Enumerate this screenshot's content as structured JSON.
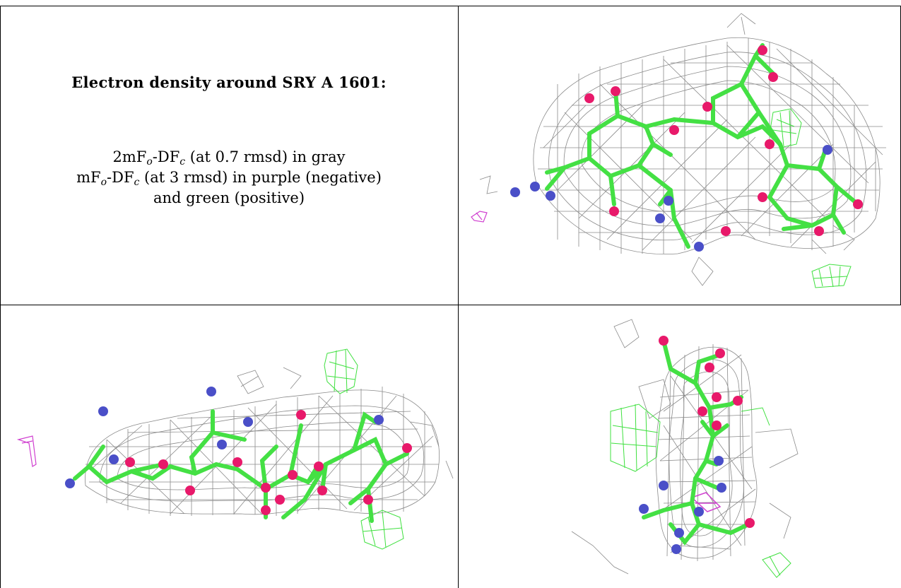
{
  "caption": {
    "title": "Electron density around SRY A 1601:",
    "line1": {
      "pre": "2mF",
      "sub1": "o",
      "mid": "-DF",
      "sub2": "c",
      "post": " (at 0.7 rmsd) in gray"
    },
    "line2": {
      "pre": "mF",
      "sub1": "o",
      "mid": "-DF",
      "sub2": "c",
      "post": " (at 3 rmsd) in purple (negative)"
    },
    "line3": "and green (positive)"
  },
  "colors": {
    "mesh_gray": "#8a8a8a",
    "carbon_green": "#44e044",
    "oxygen": "#e8196a",
    "nitrogen": "#4a4fc8",
    "positive_green": "#3fe03f",
    "negative_purple": "#d040d0"
  },
  "panels": [
    {
      "name": "density-view-top",
      "view": "front"
    },
    {
      "name": "density-view-side",
      "view": "side"
    },
    {
      "name": "density-view-end",
      "view": "end-on"
    }
  ]
}
